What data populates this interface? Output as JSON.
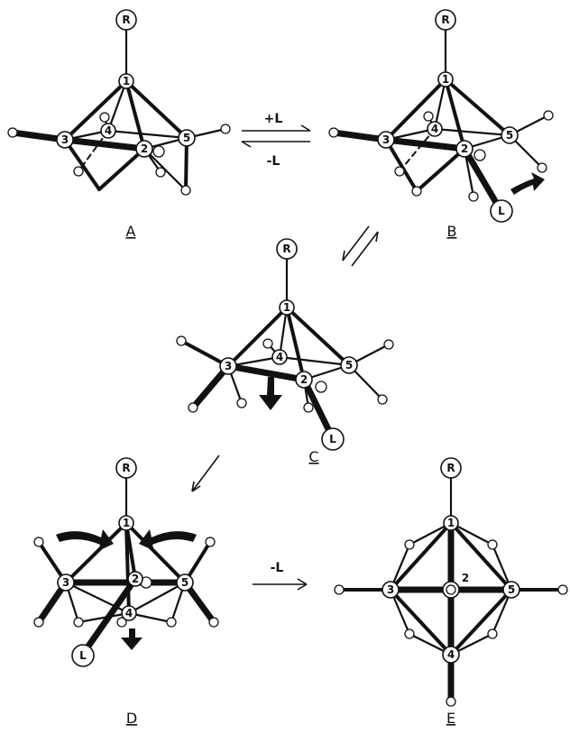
{
  "panels": [
    {
      "id": "A",
      "label": "A"
    },
    {
      "id": "B",
      "label": "B"
    },
    {
      "id": "C",
      "label": "C"
    },
    {
      "id": "D",
      "label": "D"
    },
    {
      "id": "E",
      "label": "E"
    }
  ],
  "atom_labels": {
    "r": "R",
    "n1": "1",
    "n2": "2",
    "n3": "3",
    "n4": "4",
    "n5": "5",
    "ligand": "L"
  },
  "arrows": {
    "equilibrium_forward": "+L",
    "equilibrium_reverse": "-L",
    "loss": "-L"
  }
}
